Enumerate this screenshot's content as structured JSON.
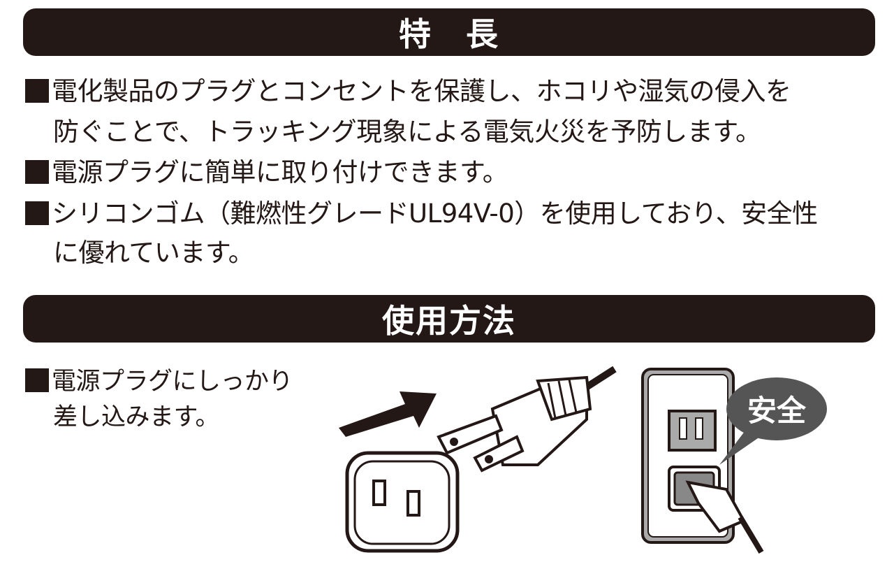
{
  "features": {
    "title": "特　長",
    "items": [
      {
        "lines": [
          "電化製品のプラグとコンセントを保護し、ホコリや湿気の侵入を",
          "防ぐことで、トラッキング現象による電気火災を予防します。"
        ]
      },
      {
        "lines": [
          "電源プラグに簡単に取り付けできます。"
        ]
      },
      {
        "lines": [
          "シリコンゴム（難燃性グレードUL94V-0）を使用しており、安全性",
          "に優れています。"
        ]
      }
    ]
  },
  "usage": {
    "title": "使用方法",
    "instruction_lines": [
      "電源プラグにしっかり",
      "差し込みます。"
    ],
    "bubble_label": "安全"
  }
}
